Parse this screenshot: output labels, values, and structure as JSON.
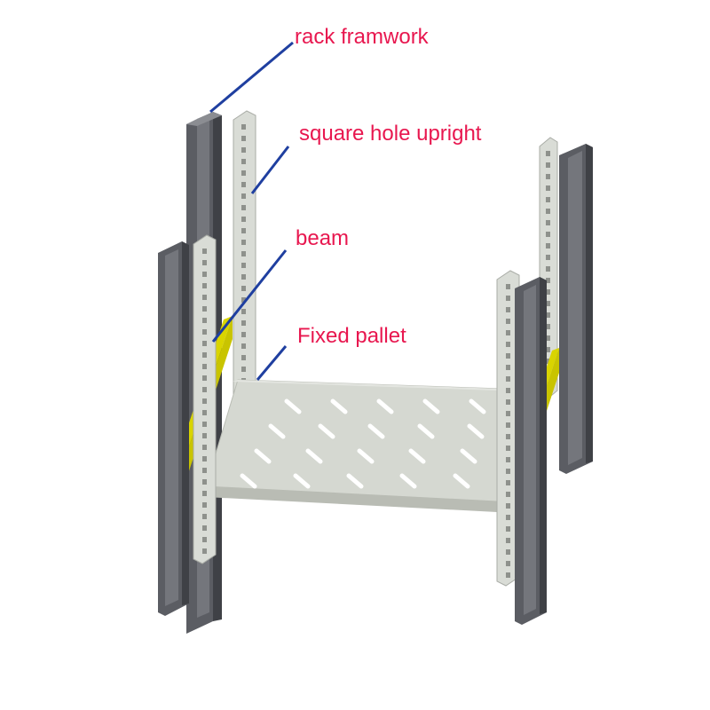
{
  "labels": {
    "rack_framework": "rack framwork",
    "square_hole_upright": "square hole upright",
    "beam": "beam",
    "fixed_pallet": "Fixed pallet"
  },
  "colors": {
    "label_text": "#e8174f",
    "leader_line": "#1f3fa0",
    "frame_dark": "#5b5d63",
    "frame_face": "#74767c",
    "frame_shadow": "#3f4146",
    "upright_light": "#d9dcd6",
    "upright_edge": "#a9aca6",
    "upright_hole": "#8e918c",
    "beam_yellow": "#d9d400",
    "beam_yellow_dark": "#a8a400",
    "pallet_top": "#d5d8d1",
    "pallet_edge": "#b9bcb4",
    "slot": "#ffffff"
  },
  "icons": {
    "rack_framework": "dark-gray-channel-post",
    "square_hole_upright": "perforated-light-upright",
    "beam": "yellow-side-beam",
    "fixed_pallet": "slotted-shelf-tray"
  }
}
